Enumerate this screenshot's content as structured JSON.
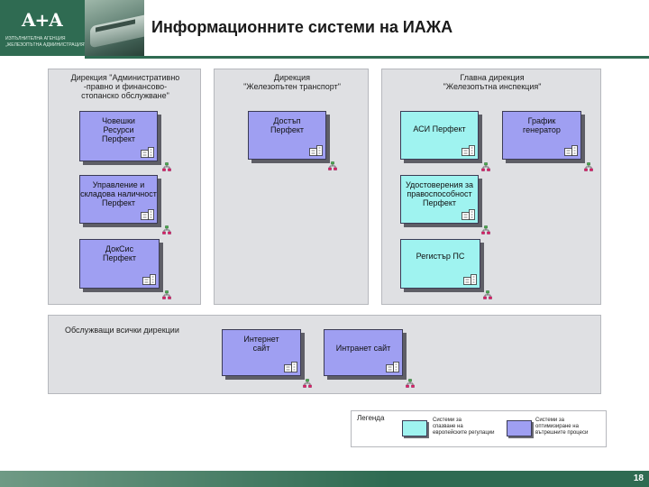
{
  "header": {
    "title": "Информационните системи на ИАЖА",
    "logo": {
      "mark": "A+A",
      "line1": "ИЗПЪЛНИТЕЛНА АГЕНЦИЯ",
      "line2": "„ЖЕЛЕЗОПЪТНА АДМИНИСТРАЦИЯ\""
    }
  },
  "panels": {
    "admin": {
      "title": "Дирекция \"Административно\n-правно и финансово-\nстопанско обслужване\"",
      "boxes": [
        {
          "label": "Човешки\nРесурси\nПерфект",
          "color": "purple"
        },
        {
          "label": "Управление и\nскладова наличност\nПерфект",
          "color": "purple"
        },
        {
          "label": "ДокСис\nПерфект",
          "color": "purple"
        }
      ]
    },
    "transport": {
      "title": "Дирекция\n\"Железопътен транспорт\"",
      "boxes": [
        {
          "label": "Достъп\nПерфект",
          "color": "purple"
        }
      ]
    },
    "inspection": {
      "title": "Главна дирекция\n\"Железопътна инспекция\"",
      "boxes": [
        {
          "label": "АСИ Перфект",
          "color": "cyan"
        },
        {
          "label": "График\nгенератор",
          "color": "purple"
        },
        {
          "label": "Удостоверения за\nправоспособност\nПерфект",
          "color": "cyan"
        },
        {
          "label": "Регистър ПС",
          "color": "cyan"
        }
      ]
    },
    "service": {
      "title": "Обслужващи всички дирекции",
      "boxes": [
        {
          "label": "Интернет\nсайт",
          "color": "purple"
        },
        {
          "label": "Интранет сайт",
          "color": "purple"
        }
      ]
    }
  },
  "legend": {
    "title": "Легенда",
    "items": [
      {
        "color": "cyan",
        "text": "Системи за\nспазване на\nевропейските регулации"
      },
      {
        "color": "purple",
        "text": "Системи за\nоптимизиране на\nвътрешните процеси"
      }
    ]
  },
  "colors": {
    "purple": "#9f9ff2",
    "cyan": "#9ff3f0",
    "brand_green": "#2f6b52",
    "panel_gray": "#dfe0e3"
  },
  "footer": {
    "page_number": "18"
  }
}
